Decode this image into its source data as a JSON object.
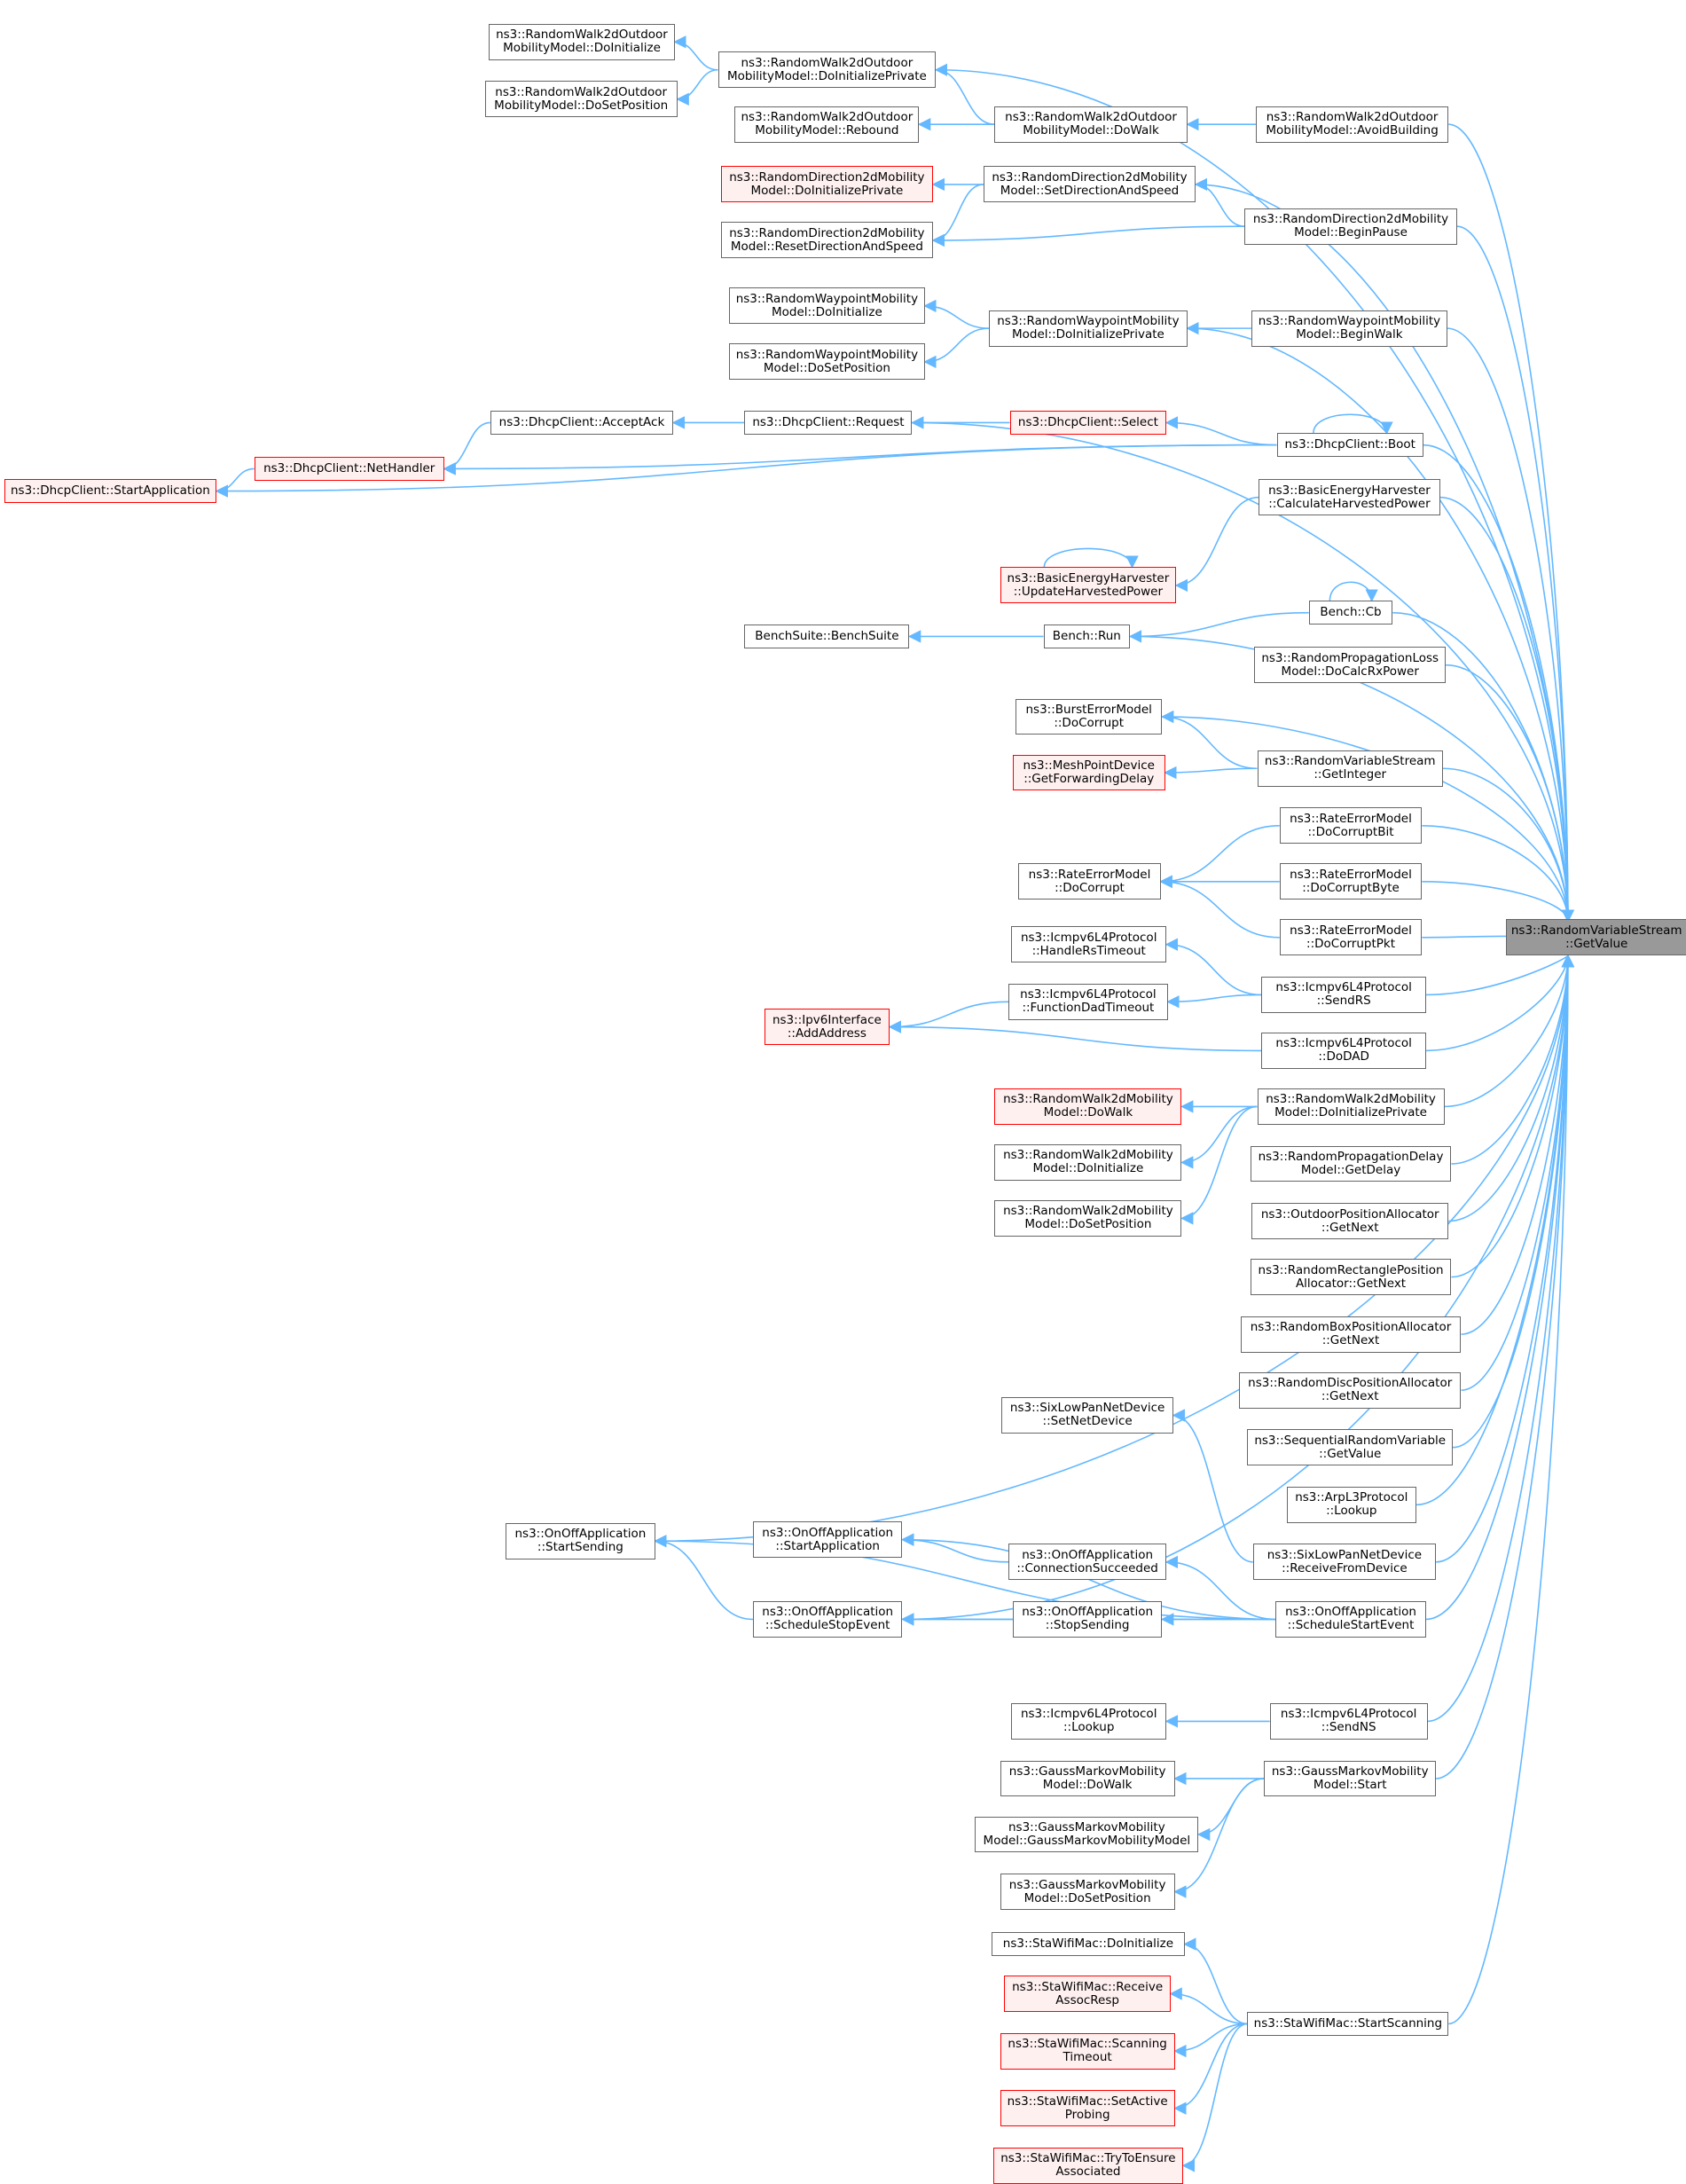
{
  "colors": {
    "edge": "#63b8ff",
    "node_border": "#666666",
    "incomplete_border": "#ff0000",
    "incomplete_fill": "#fff0f0",
    "focus_fill": "#999999"
  },
  "nodes": {
    "rw2do_doinit": {
      "label": "ns3::RandomWalk2dOutdoor\nMobilityModel::DoInitialize"
    },
    "rw2do_dosetpos": {
      "label": "ns3::RandomWalk2dOutdoor\nMobilityModel::DoSetPosition"
    },
    "rw2do_doinitpriv": {
      "label": "ns3::RandomWalk2dOutdoor\nMobilityModel::DoInitializePrivate"
    },
    "rw2do_rebound": {
      "label": "ns3::RandomWalk2dOutdoor\nMobilityModel::Rebound"
    },
    "rw2do_dowalk": {
      "label": "ns3::RandomWalk2dOutdoor\nMobilityModel::DoWalk"
    },
    "rw2do_avoid": {
      "label": "ns3::RandomWalk2dOutdoor\nMobilityModel::AvoidBuilding"
    },
    "rd2d_doinitpriv": {
      "label": "ns3::RandomDirection2dMobility\nModel::DoInitializePrivate"
    },
    "rd2d_reset": {
      "label": "ns3::RandomDirection2dMobility\nModel::ResetDirectionAndSpeed"
    },
    "rd2d_setdir": {
      "label": "ns3::RandomDirection2dMobility\nModel::SetDirectionAndSpeed"
    },
    "rd2d_beginpause": {
      "label": "ns3::RandomDirection2dMobility\nModel::BeginPause"
    },
    "rwp_doinit": {
      "label": "ns3::RandomWaypointMobility\nModel::DoInitialize"
    },
    "rwp_dosetpos": {
      "label": "ns3::RandomWaypointMobility\nModel::DoSetPosition"
    },
    "rwp_doinitpriv": {
      "label": "ns3::RandomWaypointMobility\nModel::DoInitializePrivate"
    },
    "rwp_beginwalk": {
      "label": "ns3::RandomWaypointMobility\nModel::BeginWalk"
    },
    "dhcp_startapp": {
      "label": "ns3::DhcpClient::StartApplication"
    },
    "dhcp_nethandler": {
      "label": "ns3::DhcpClient::NetHandler"
    },
    "dhcp_acceptack": {
      "label": "ns3::DhcpClient::AcceptAck"
    },
    "dhcp_request": {
      "label": "ns3::DhcpClient::Request"
    },
    "dhcp_select": {
      "label": "ns3::DhcpClient::Select"
    },
    "dhcp_boot": {
      "label": "ns3::DhcpClient::Boot"
    },
    "beh_calc": {
      "label": "ns3::BasicEnergyHarvester\n::CalculateHarvestedPower"
    },
    "beh_update": {
      "label": "ns3::BasicEnergyHarvester\n::UpdateHarvestedPower"
    },
    "bench_suite": {
      "label": "BenchSuite::BenchSuite"
    },
    "bench_run": {
      "label": "Bench::Run"
    },
    "bench_cb": {
      "label": "Bench::Cb"
    },
    "rpl_docalc": {
      "label": "ns3::RandomPropagationLoss\nModel::DoCalcRxPower"
    },
    "burst_docorrupt": {
      "label": "ns3::BurstErrorModel\n::DoCorrupt"
    },
    "mesh_getfwd": {
      "label": "ns3::MeshPointDevice\n::GetForwardingDelay"
    },
    "rvs_getint": {
      "label": "ns3::RandomVariableStream\n::GetInteger"
    },
    "rem_docorrupt": {
      "label": "ns3::RateErrorModel\n::DoCorrupt"
    },
    "rem_bit": {
      "label": "ns3::RateErrorModel\n::DoCorruptBit"
    },
    "rem_byte": {
      "label": "ns3::RateErrorModel\n::DoCorruptByte"
    },
    "rem_pkt": {
      "label": "ns3::RateErrorModel\n::DoCorruptPkt"
    },
    "rvs_getvalue": {
      "label": "ns3::RandomVariableStream\n::GetValue"
    },
    "icmp_handlers": {
      "label": "ns3::Icmpv6L4Protocol\n::HandleRsTimeout"
    },
    "icmp_funcdad": {
      "label": "ns3::Icmpv6L4Protocol\n::FunctionDadTimeout"
    },
    "ipv6_addaddr": {
      "label": "ns3::Ipv6Interface\n::AddAddress"
    },
    "icmp_sendrs": {
      "label": "ns3::Icmpv6L4Protocol\n::SendRS"
    },
    "icmp_dodad": {
      "label": "ns3::Icmpv6L4Protocol\n::DoDAD"
    },
    "rw2d_dowalk": {
      "label": "ns3::RandomWalk2dMobility\nModel::DoWalk"
    },
    "rw2d_doinit": {
      "label": "ns3::RandomWalk2dMobility\nModel::DoInitialize"
    },
    "rw2d_dosetpos": {
      "label": "ns3::RandomWalk2dMobility\nModel::DoSetPosition"
    },
    "rw2d_doinitpriv": {
      "label": "ns3::RandomWalk2dMobility\nModel::DoInitializePrivate"
    },
    "rpd_getdelay": {
      "label": "ns3::RandomPropagationDelay\nModel::GetDelay"
    },
    "opa_getnext": {
      "label": "ns3::OutdoorPositionAllocator\n::GetNext"
    },
    "rrpa_getnext": {
      "label": "ns3::RandomRectanglePosition\nAllocator::GetNext"
    },
    "rbpa_getnext": {
      "label": "ns3::RandomBoxPositionAllocator\n::GetNext"
    },
    "rdpa_getnext": {
      "label": "ns3::RandomDiscPositionAllocator\n::GetNext"
    },
    "srv_getvalue": {
      "label": "ns3::SequentialRandomVariable\n::GetValue"
    },
    "arp_lookup": {
      "label": "ns3::ArpL3Protocol\n::Lookup"
    },
    "sixlp_setnet": {
      "label": "ns3::SixLowPanNetDevice\n::SetNetDevice"
    },
    "sixlp_recv": {
      "label": "ns3::SixLowPanNetDevice\n::ReceiveFromDevice"
    },
    "onoff_startsending": {
      "label": "ns3::OnOffApplication\n::StartSending"
    },
    "onoff_startapp": {
      "label": "ns3::OnOffApplication\n::StartApplication"
    },
    "onoff_connsucc": {
      "label": "ns3::OnOffApplication\n::ConnectionSucceeded"
    },
    "onoff_schedstop": {
      "label": "ns3::OnOffApplication\n::ScheduleStopEvent"
    },
    "onoff_stopsending": {
      "label": "ns3::OnOffApplication\n::StopSending"
    },
    "onoff_schedstart": {
      "label": "ns3::OnOffApplication\n::ScheduleStartEvent"
    },
    "icmp_lookup": {
      "label": "ns3::Icmpv6L4Protocol\n::Lookup"
    },
    "icmp_sendns": {
      "label": "ns3::Icmpv6L4Protocol\n::SendNS"
    },
    "gm_dowalk": {
      "label": "ns3::GaussMarkovMobility\nModel::DoWalk"
    },
    "gm_ctor": {
      "label": "ns3::GaussMarkovMobility\nModel::GaussMarkovMobilityModel"
    },
    "gm_dosetpos": {
      "label": "ns3::GaussMarkovMobility\nModel::DoSetPosition"
    },
    "gm_start": {
      "label": "ns3::GaussMarkovMobility\nModel::Start"
    },
    "swm_doinit": {
      "label": "ns3::StaWifiMac::DoInitialize"
    },
    "swm_recvassoc": {
      "label": "ns3::StaWifiMac::Receive\nAssocResp"
    },
    "swm_scantimeout": {
      "label": "ns3::StaWifiMac::Scanning\nTimeout"
    },
    "swm_setactive": {
      "label": "ns3::StaWifiMac::SetActive\nProbing"
    },
    "swm_trytoensure": {
      "label": "ns3::StaWifiMac::TryToEnsure\nAssociated"
    },
    "swm_startscan": {
      "label": "ns3::StaWifiMac::StartScanning"
    }
  }
}
